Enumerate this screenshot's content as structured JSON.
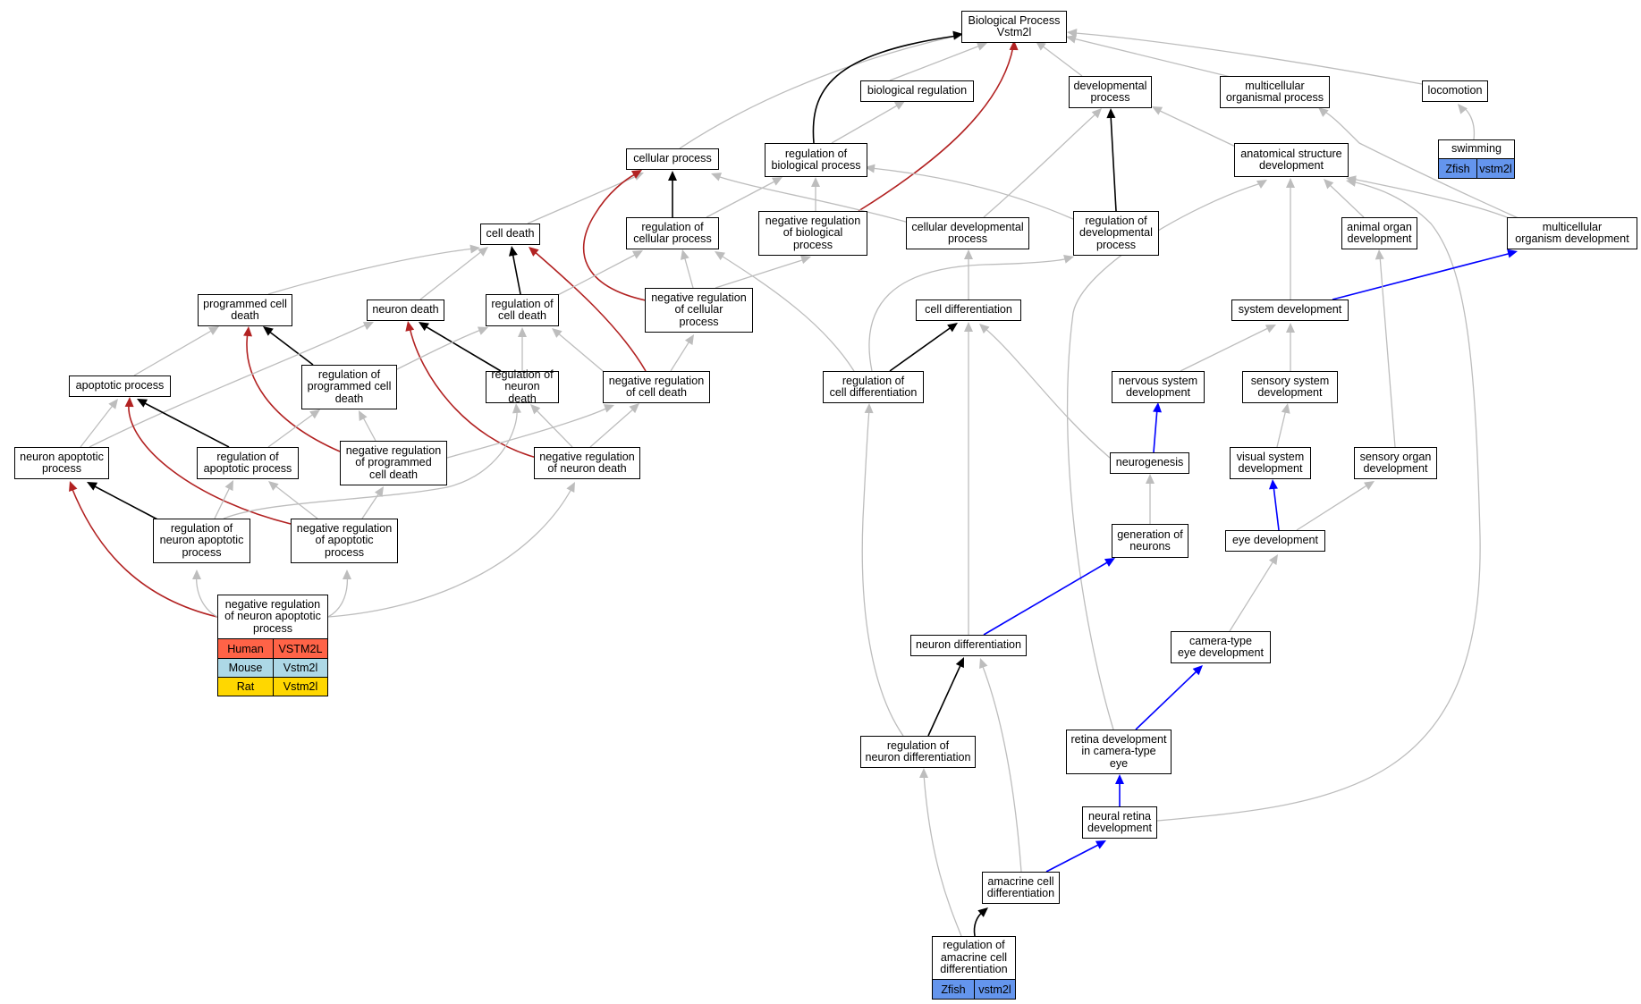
{
  "colors": {
    "edge_gray": "#bdbdbd",
    "edge_black": "#000000",
    "edge_red": "#b22222",
    "edge_blue": "#0000ff",
    "human": "#ff6347",
    "mouse": "#add8e6",
    "rat": "#ffd700",
    "zfish": "#6495ed"
  },
  "nodes": {
    "bp": "Biological Process\nVstm2l",
    "bioreg": "biological regulation",
    "devproc": "developmental\nprocess",
    "multiproc": "multicellular\norganismal process",
    "locomotion": "locomotion",
    "cellproc": "cellular process",
    "regbio": "regulation of\nbiological process",
    "anatdev": "anatomical structure\ndevelopment",
    "celldeath": "cell death",
    "regcell": "regulation of\ncellular process",
    "negregbio": "negative regulation\nof biological\nprocess",
    "celldevproc": "cellular developmental\nprocess",
    "regdevproc": "regulation of\ndevelopmental\nprocess",
    "animalorgan": "animal organ\ndevelopment",
    "multiorgdev": "multicellular\norganism development",
    "pcd": "programmed cell\ndeath",
    "neurondeath": "neuron death",
    "regcelldeath": "regulation of\ncell death",
    "negregcell": "negative regulation\nof cellular\nprocess",
    "celldiff": "cell differentiation",
    "sysdev": "system development",
    "apoptotic": "apoptotic process",
    "regpcd": "regulation of\nprogrammed cell\ndeath",
    "regneurondeath": "regulation of\nneuron death",
    "negregcelldeath": "negative regulation\nof cell death",
    "regcelldiff": "regulation of\ncell differentiation",
    "nervousdev": "nervous system\ndevelopment",
    "sensorydev": "sensory system\ndevelopment",
    "neuronapop": "neuron apoptotic\nprocess",
    "regapop": "regulation of\napoptotic process",
    "negregpcd": "negative regulation\nof programmed\ncell death",
    "negregneurondeath": "negative regulation\nof neuron death",
    "neurogenesis": "neurogenesis",
    "visualdev": "visual system\ndevelopment",
    "sensoryorgan": "sensory organ\ndevelopment",
    "regneuronapop": "regulation of\nneuron apoptotic\nprocess",
    "negregapop": "negative regulation\nof apoptotic\nprocess",
    "genneurons": "generation of\nneurons",
    "eyedev": "eye development",
    "cameraeye": "camera-type\neye development",
    "neurondiff": "neuron differentiation",
    "regneurondiff": "regulation of\nneuron differentiation",
    "retinadev": "retina development\nin camera-type\neye",
    "neuralretina": "neural retina\ndevelopment",
    "amacrine": "amacrine cell\ndifferentiation"
  },
  "gene_tables": {
    "swimming": {
      "title": "swimming",
      "rows": [
        [
          "Zfish",
          "vstm2l"
        ]
      ]
    },
    "negregneuronapop": {
      "title": "negative regulation\nof neuron apoptotic\nprocess",
      "rows": [
        [
          "Human",
          "VSTM2L"
        ],
        [
          "Mouse",
          "Vstm2l"
        ],
        [
          "Rat",
          "Vstm2l"
        ]
      ]
    },
    "regamacrine": {
      "title": "regulation of\namacrine cell\ndifferentiation",
      "rows": [
        [
          "Zfish",
          "vstm2l"
        ]
      ]
    }
  }
}
